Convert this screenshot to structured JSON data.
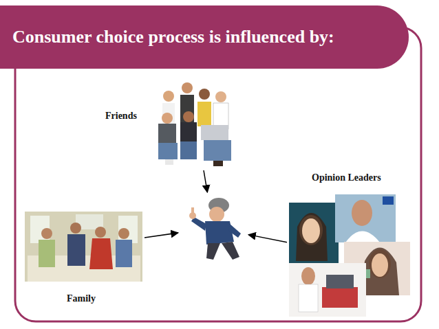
{
  "diagram": {
    "title": "Consumer choice process is influenced by:",
    "nodes": [
      {
        "text": [
          "Friends"
        ]
      },
      {
        "text": [
          "Opinion Leaders"
        ]
      },
      {
        "text": []
      },
      {
        "text": [
          "Family"
        ]
      }
    ],
    "edges": [
      {
        "from": 0,
        "to": 2,
        "arrow": "to"
      },
      {
        "from": 1,
        "to": 2,
        "arrow": "to"
      },
      {
        "from": 3,
        "to": 2,
        "arrow": "to"
      }
    ]
  }
}
